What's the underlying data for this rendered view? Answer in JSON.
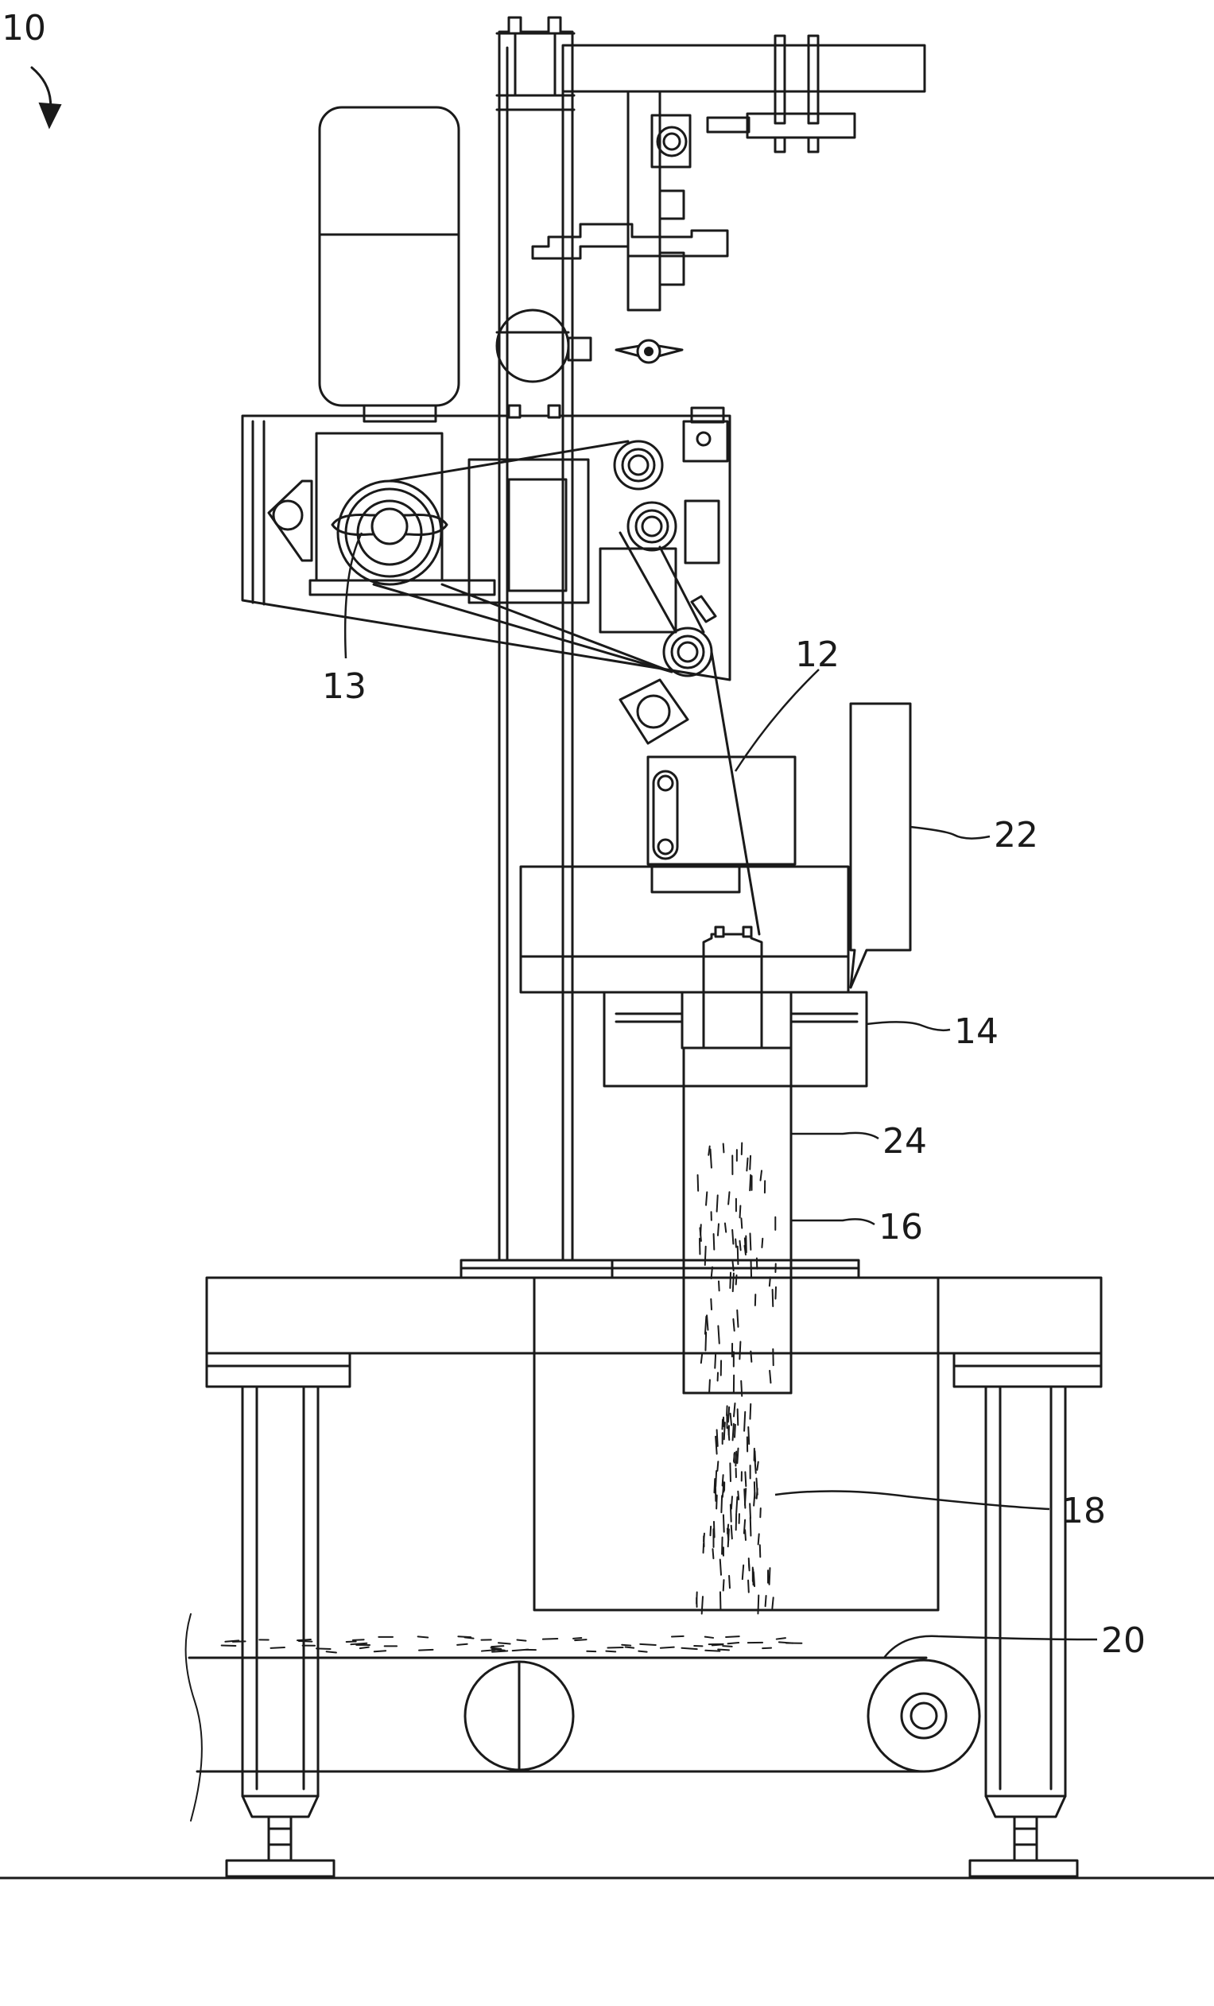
{
  "labels": {
    "figure": "10",
    "winder": "13",
    "spool": "12",
    "head": "14",
    "tube": "16",
    "particles": "18",
    "conveyor": "20",
    "hopper": "22",
    "shell": "24"
  },
  "colors": {
    "line": "#1a1a1a",
    "background": "#ffffff"
  }
}
